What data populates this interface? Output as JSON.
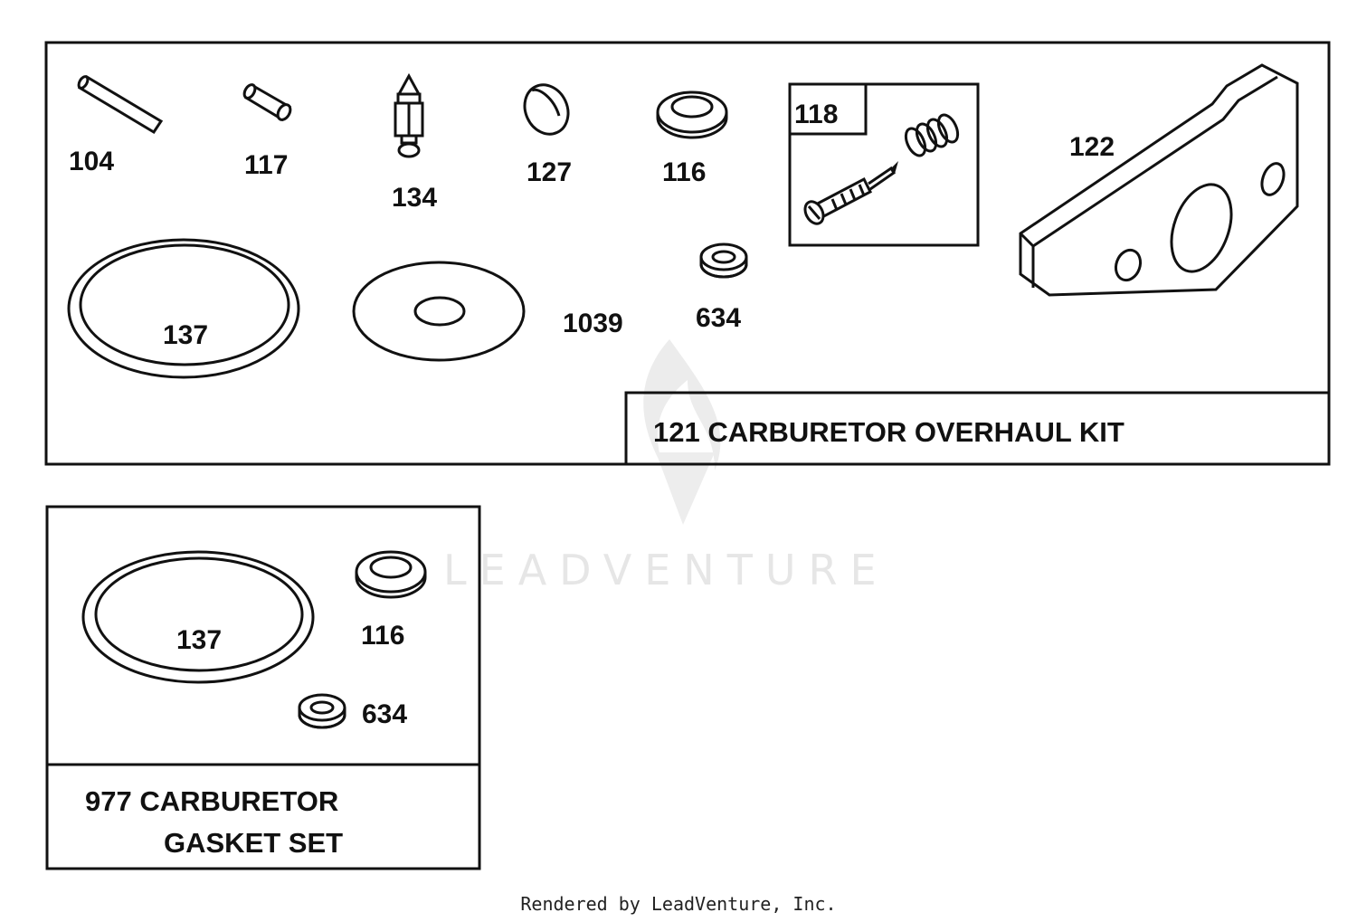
{
  "overhaul_kit": {
    "title": "121 CARBURETOR OVERHAUL KIT",
    "parts": {
      "p104": "104",
      "p117": "117",
      "p134": "134",
      "p127": "127",
      "p116": "116",
      "p118": "118",
      "p122": "122",
      "p137": "137",
      "p1039": "1039",
      "p634": "634"
    }
  },
  "gasket_set": {
    "title_line1": "977 CARBURETOR",
    "title_line2": "GASKET SET",
    "parts": {
      "p137": "137",
      "p116": "116",
      "p634": "634"
    }
  },
  "watermark": "LEADVENTURE",
  "footer": "Rendered by LeadVenture, Inc."
}
